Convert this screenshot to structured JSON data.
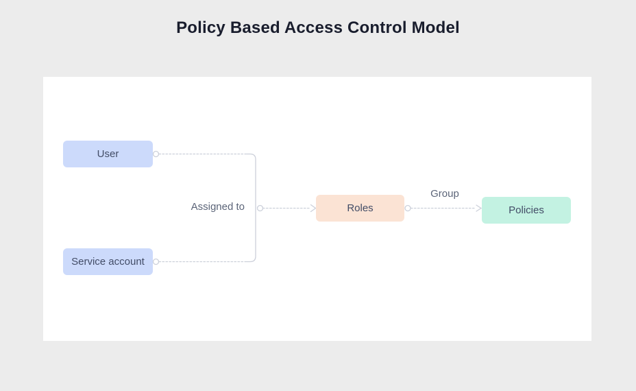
{
  "title": "Policy Based Access Control Model",
  "diagram": {
    "nodes": [
      {
        "id": "user",
        "label": "User",
        "fill": "#ccdafb"
      },
      {
        "id": "service-account",
        "label": "Service account",
        "fill": "#ccdafb"
      },
      {
        "id": "roles",
        "label": "Roles",
        "fill": "#fbe3d4"
      },
      {
        "id": "policies",
        "label": "Policies",
        "fill": "#c3f2e2"
      }
    ],
    "edges": [
      {
        "from": "User, Service account",
        "to": "Roles",
        "label": "Assigned to"
      },
      {
        "from": "Roles",
        "to": "Policies",
        "label": "Group"
      }
    ]
  },
  "colors": {
    "background": "#ececec",
    "panel": "#ffffff",
    "edge_line": "#ccd0da",
    "node_text": "#424c66",
    "edge_label_text": "#5b6478",
    "title_text": "#191d2d"
  }
}
